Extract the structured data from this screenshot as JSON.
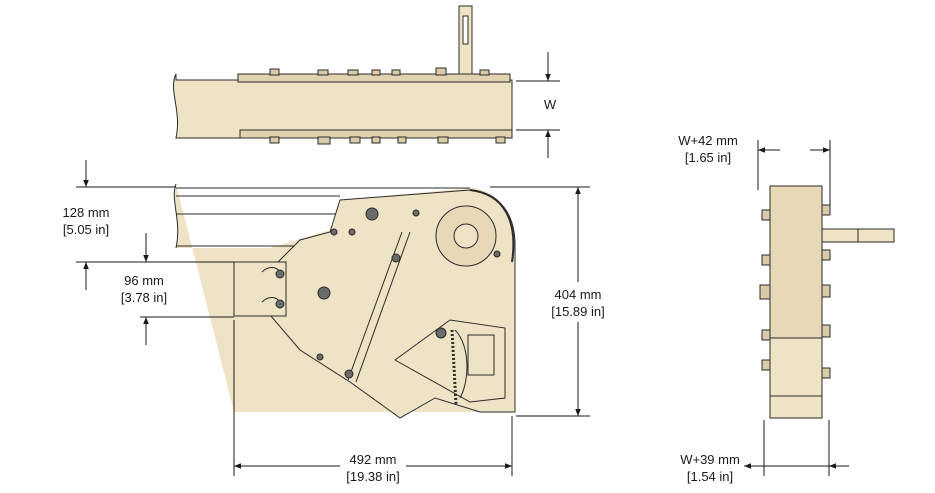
{
  "colors": {
    "body": "#efe3c6",
    "body_shade": "#e2d3b0",
    "outline": "#2b2b2b",
    "dimension_line": "#1a1a1a"
  },
  "dimensions": {
    "width_top": {
      "metric": "W"
    },
    "height_128": {
      "metric": "128 mm",
      "imperial": "[5.05 in]"
    },
    "height_96": {
      "metric": "96 mm",
      "imperial": "[3.78 in]"
    },
    "height_404": {
      "metric": "404 mm",
      "imperial": "[15.89 in]"
    },
    "length_492": {
      "metric": "492 mm",
      "imperial": "[19.38 in]"
    },
    "width_w42": {
      "metric": "W+42 mm",
      "imperial": "[1.65 in]"
    },
    "width_w39": {
      "metric": "W+39 mm",
      "imperial": "[1.54 in]"
    }
  },
  "views": [
    "top-view",
    "side-view",
    "end-view"
  ]
}
